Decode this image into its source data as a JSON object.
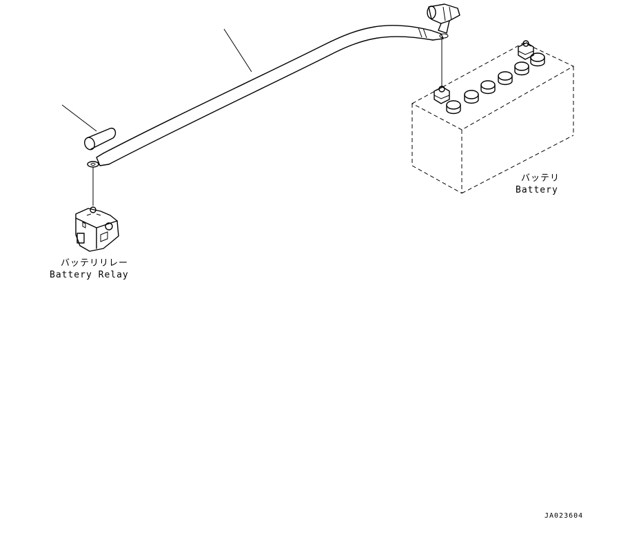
{
  "battery_label": {
    "japanese": "バッテリ",
    "english": "Battery"
  },
  "relay_label": {
    "japanese": "バッテリリレー",
    "english": "Battery Relay"
  },
  "drawing_code": "JA023604"
}
